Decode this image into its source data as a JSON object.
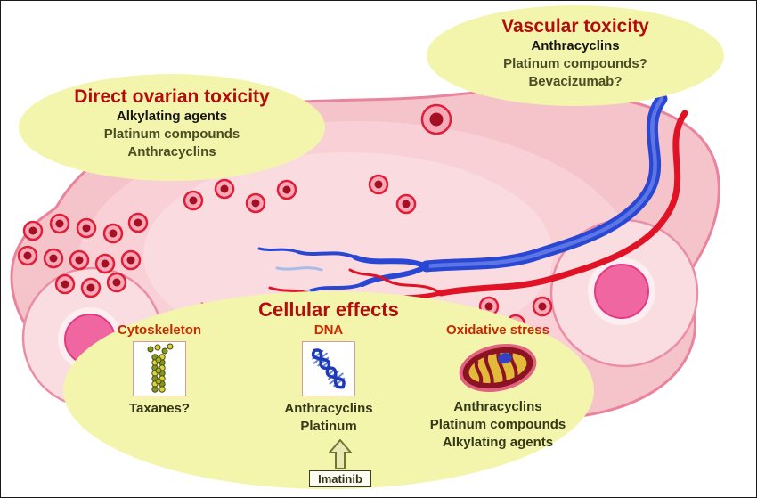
{
  "callouts": {
    "vascular": {
      "title": "Vascular toxicity",
      "items": [
        "Anthracyclins",
        "Platinum compounds?",
        "Bevacizumab?"
      ]
    },
    "ovarian": {
      "title": "Direct ovarian toxicity",
      "items": [
        "Alkylating agents",
        "Platinum compounds",
        "Anthracyclins"
      ]
    },
    "cellular": {
      "title": "Cellular effects",
      "columns": [
        {
          "label": "Cytoskeleton",
          "icon": "microtubule-icon",
          "agents": [
            "Taxanes?"
          ]
        },
        {
          "label": "DNA",
          "icon": "dna-helix-icon",
          "agents": [
            "Anthracyclins",
            "Platinum"
          ]
        },
        {
          "label": "Oxidative stress",
          "icon": "mitochondria-icon",
          "agents": [
            "Anthracyclins",
            "Platinum compounds",
            "Alkylating agents"
          ]
        }
      ],
      "inhibitor": {
        "label": "Imatinib"
      }
    }
  },
  "colors": {
    "callout_bg": "#f4f5ad",
    "title_red": "#b30c0c",
    "column_label_red": "#c92900",
    "text_olive": "#4a4d24",
    "ovary_pink": "#f5c4cb",
    "follicle_red": "#df1f38",
    "vessel_blue": "#2a47d4",
    "vessel_red": "#e01326"
  }
}
